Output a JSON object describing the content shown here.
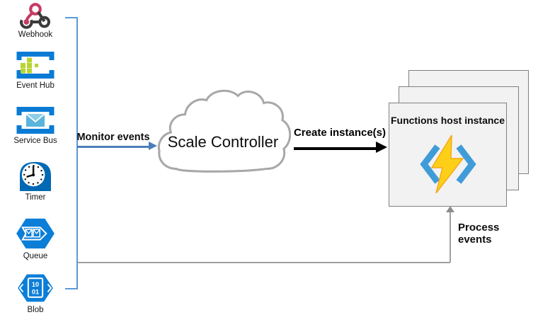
{
  "sources": [
    {
      "label": "Webhook",
      "icon": "webhook-icon"
    },
    {
      "label": "Event Hub",
      "icon": "event-hub-icon"
    },
    {
      "label": "Service Bus",
      "icon": "service-bus-icon"
    },
    {
      "label": "Timer",
      "icon": "timer-icon"
    },
    {
      "label": "Queue",
      "icon": "queue-icon"
    },
    {
      "label": "Blob",
      "icon": "blob-icon",
      "doc_line1": "10",
      "doc_line2": "01"
    }
  ],
  "arrows": {
    "monitor": {
      "label": "Monitor events",
      "color": "#4a7ebb"
    },
    "create": {
      "label": "Create instance(s)",
      "color": "#000000"
    },
    "process": {
      "label": "Process events",
      "color": "#a0a0a0"
    }
  },
  "controller": {
    "label": "Scale Controller",
    "outline_color": "#a8a8a8"
  },
  "host": {
    "title": "Functions host instance",
    "stack_count": 3,
    "fill": "#f2f2f2",
    "border": "#808080"
  },
  "colors": {
    "bracket_blue": "#5b9bd5",
    "azure_icon_blue": "#0b7ed8",
    "azure_frame_blue": "#0a7bd5",
    "event_hub_green": "#b8d432",
    "webhook_pink": "#c73a63",
    "webhook_gray": "#3b3b3b",
    "functions_bolt_yellow": "#fdd017",
    "functions_bolt_orange": "#f5a71c",
    "functions_chevron_blue": "#3f9cd8"
  }
}
